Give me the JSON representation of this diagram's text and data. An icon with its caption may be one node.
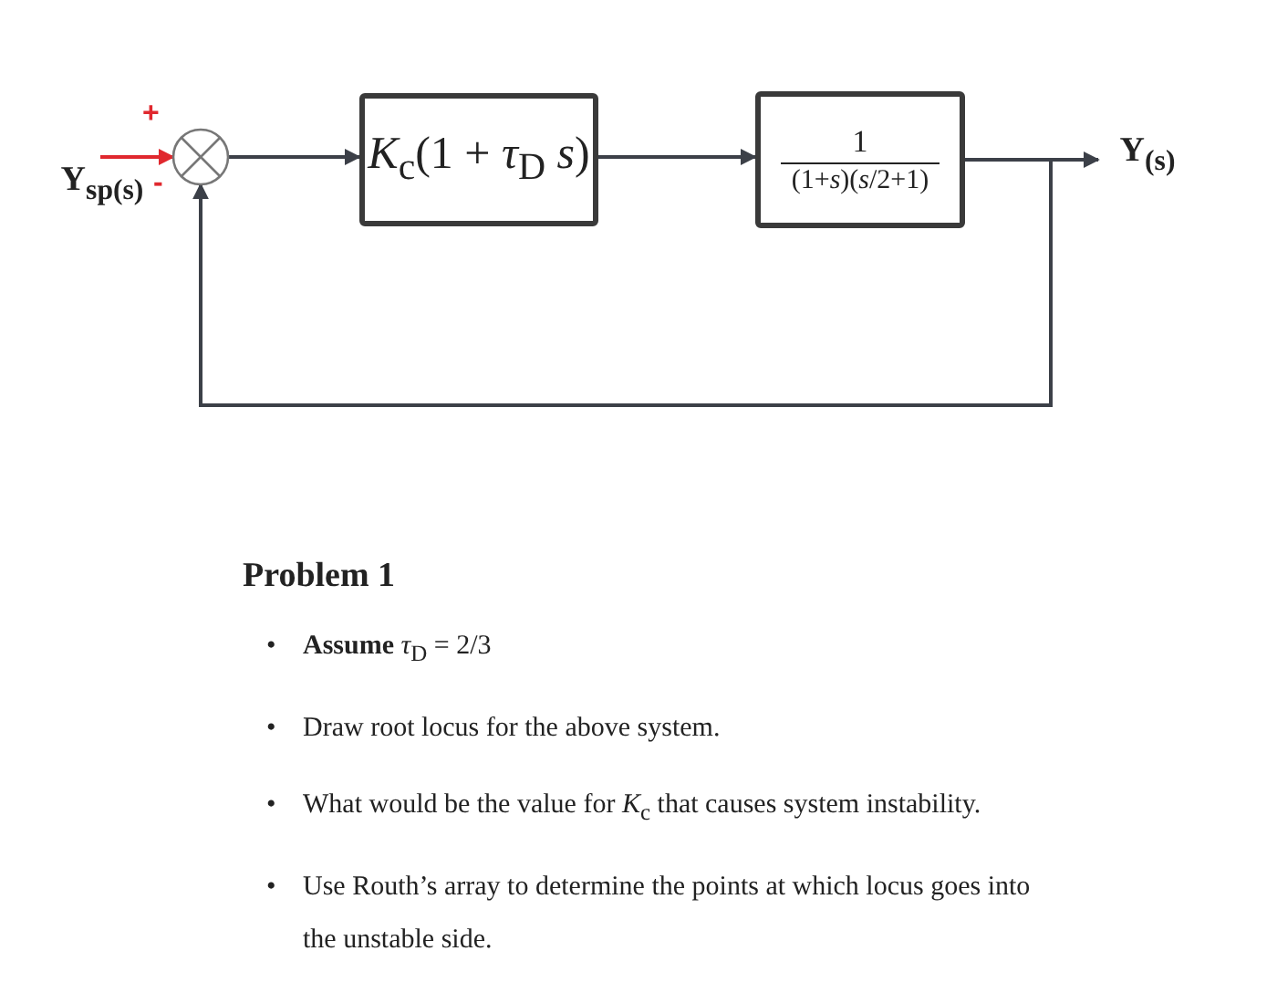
{
  "diagram": {
    "nodes": [
      {
        "text": [
          "Y$_{sp(s)}$"
        ]
      },
      {
        "text": [],
        "shape": "circle",
        "beside": [
          "+",
          "-"
        ]
      },
      {
        "text": [
          "*K*$_{c}$(1 + *τ*$_{D}$ *s*)"
        ]
      },
      {
        "text": [
          "1",
          "(1+*s*)(*s*/2+1)"
        ]
      },
      {
        "text": [
          "Y$_{(s)}$"
        ]
      }
    ],
    "edges": [
      {
        "from": 0,
        "to": 1,
        "arrow": "to",
        "color": "#e0282e"
      },
      {
        "from": 1,
        "to": 2,
        "arrow": "to"
      },
      {
        "from": 2,
        "to": 3,
        "arrow": "to"
      },
      {
        "from": 3,
        "to": 4,
        "arrow": "to"
      },
      {
        "from": 3,
        "to": 1,
        "arrow": "to"
      }
    ],
    "labels": [
      "Problem 1",
      "•",
      "**Assume** *τ*$_{D}$ = 2/3",
      "•",
      "Draw root locus for the above system.",
      "•",
      "What would be the value for *K*$_{c}$ that causes system instability.",
      "•",
      "Use Routh’s array to determine the points at which locus goes into the unstable side."
    ]
  }
}
